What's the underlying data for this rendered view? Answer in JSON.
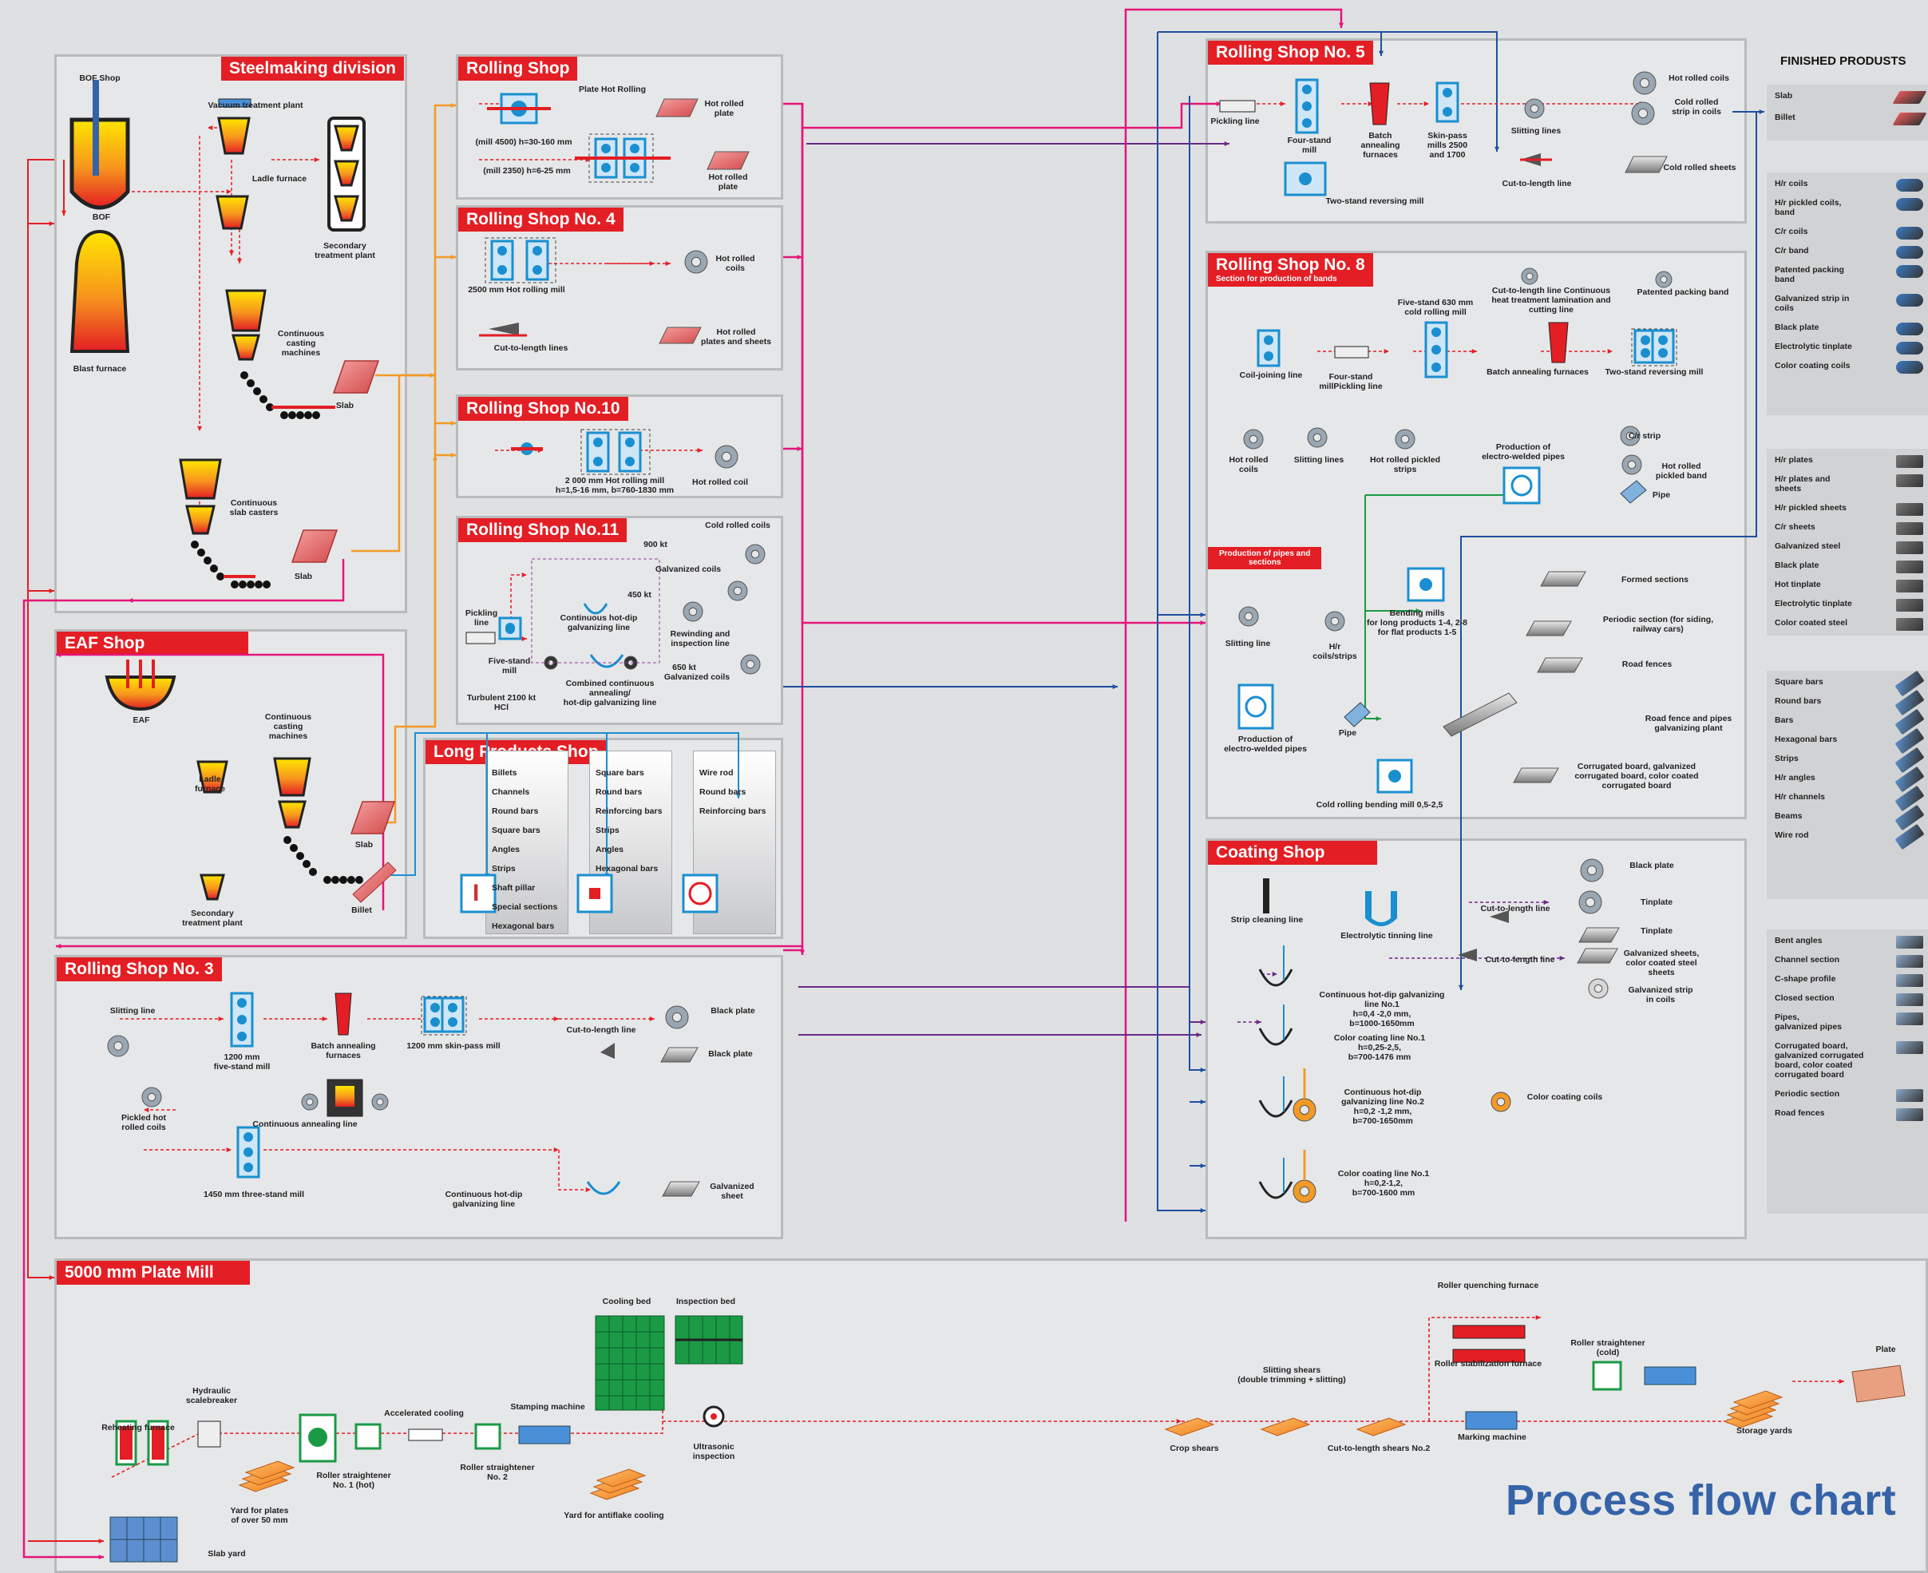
{
  "panels": {
    "steelmaking": {
      "title": "Steelmaking division",
      "labels": [
        "BOF Shop",
        "BOF",
        "Blast furnace",
        "Vacuum treatment plant",
        "Ladle furnace",
        "Secondary\ntreatment plant",
        "Continuous\ncasting\nmachines",
        "Slab",
        "Continuous\nslab casters",
        "Slab"
      ]
    },
    "rolling": {
      "title": "Rolling Shop",
      "labels": [
        "Plate Hot Rolling",
        "Hot rolled\nplate",
        "(mill 4500) h=30-160 mm",
        "(mill 2350) h=6-25 mm",
        "Hot rolled\nplate"
      ]
    },
    "rolling4": {
      "title": "Rolling Shop No. 4",
      "labels": [
        "2500 mm Hot rolling mill",
        "Hot rolled\ncoils",
        "Cut-to-length lines",
        "Hot rolled\nplates and sheets"
      ]
    },
    "rolling10": {
      "title": "Rolling Shop No.10",
      "labels": [
        "2 000 mm Hot rolling mill\nh=1,5-16 mm, b=760-1830 mm",
        "Hot rolled coil"
      ]
    },
    "rolling11": {
      "title": "Rolling Shop No.11",
      "labels": [
        "Cold rolled coils",
        "900 kt",
        "Galvanized coils",
        "450 kt",
        "Pickling\nline",
        "Continuous hot-dip\ngalvanizing line",
        "Rewinding and\ninspection line",
        "650 kt",
        "Five-stand\nmill",
        "Combined continuous\nannealing/\nhot-dip galvanizing line",
        "Galvanized coils",
        "Turbulent  2100 kt\nHCl"
      ]
    },
    "rolling5": {
      "title": "Rolling Shop No. 5",
      "labels": [
        "Pickling line",
        "Four-stand\nmill",
        "Batch\nannealing\nfurnaces",
        "Skin-pass\nmills 2500\nand 1700",
        "Hot rolled coils",
        "Cold rolled\nstrip in coils",
        "Slitting lines",
        "Cut-to-length line",
        "Cold rolled sheets",
        "Two-stand reversing mill"
      ]
    },
    "rolling8": {
      "title": "Rolling Shop No. 8",
      "subtitle": "Section for production of bands",
      "labels": [
        "Five-stand 630 mm\ncold rolling mill",
        "Cut-to-length line Continuous\nheat treatment lamination and\ncutting line",
        "Patented packing band",
        "Coil-joining line",
        "Four-stand\nmillPickling line",
        "Batch annealing furnaces",
        "Two-stand reversing mill",
        "Hot rolled\ncoils",
        "Slitting lines",
        "Hot rolled pickled\nstrips",
        "Production of\nelectro-welded pipes",
        "C/r strip",
        "Hot rolled\npickled band",
        "Pipe"
      ]
    },
    "pipes": {
      "title": "Production of pipes and\nsections",
      "labels": [
        "Formed sections",
        "Bending mills\nfor long products 1-4, 2-8\nfor flat products 1-5",
        "Periodic section (for siding,\nrailway cars)",
        "Slitting line",
        "H/r\ncoils/strips",
        "Road fences",
        "Production of\nelectro-welded pipes",
        "Pipe",
        "Road fence and pipes galvanizing plant",
        "Corrugated board, galvanized\ncorrugated board, color coated\ncorrugated board",
        "Cold rolling bending mill 0,5-2,5"
      ]
    },
    "eaf": {
      "title": "EAF Shop",
      "labels": [
        "EAF",
        "Continuous\ncasting\nmachines",
        "Ladle\nfurnace",
        "Slab",
        "Secondary\ntreatment plant",
        "Billet"
      ]
    },
    "long": {
      "title": "Long Products Shop",
      "col1": [
        "Billets",
        "Channels",
        "Round bars",
        "Square bars",
        "Angles",
        "Strips",
        "Shaft pillar",
        "Special sections",
        "Hexagonal bars"
      ],
      "col2": [
        "Square bars",
        "Round bars",
        "Reinforcing bars",
        "Strips",
        "Angles",
        "Hexagonal bars"
      ],
      "col3": [
        "Wire rod",
        "Round bars",
        "Reinforcing bars"
      ]
    },
    "rolling3": {
      "title": "Rolling Shop No. 3",
      "labels": [
        "Slitting line",
        "1200 mm\nfive-stand mill",
        "Batch annealing\nfurnaces",
        "1200 mm skin-pass mill",
        "Cut-to-length line",
        "Black plate",
        "Black plate",
        "Pickled hot\nrolled coils",
        "Continuous annealing line",
        "1450 mm three-stand mill",
        "Continuous hot-dip\ngalvanizing line",
        "Galvanized\nsheet"
      ]
    },
    "coating": {
      "title": "Coating Shop",
      "labels": [
        "Strip cleaning line",
        "Electrolytic tinning line",
        "Black plate",
        "Cut-to-length line",
        "Tinplate",
        "Tinplate",
        "Cut-to-length line",
        "Galvanized sheets,\ncolor coated steel\nsheets",
        "Continuous hot-dip galvanizing line No.1\nh=0,4 -2,0 mm,\nb=1000-1650mm",
        "Galvanized strip\nin coils",
        "Color coating line No.1\nh=0,25-2,5,\nb=700-1476 mm",
        "Continuous hot-dip\ngalvanizing line No.2\nh=0,2 -1,2 mm,\nb=700-1650mm",
        "Color coating  coils",
        "Color coating line No.1\nh=0,2-1,2,\nb=700-1600 mm"
      ]
    },
    "plate": {
      "title": "5000 mm Plate Mill",
      "labels": [
        "Cooling bed",
        "Inspection bed",
        "Roller quenching furnace",
        "Hydraulic\nscalebreaker",
        "Accelerated cooling",
        "Stamping machine",
        "Slitting shears\n(double trimming + slitting)",
        "Roller straightener\n(cold)",
        "Plate",
        "Reheating furnace",
        "Roller stabilization furnace",
        "Roller straightener\nNo. 1 (hot)",
        "Roller straightener\nNo. 2",
        "Ultrasonic\ninspection",
        "Crop shears",
        "Cut-to-length shears No.2",
        "Marking machine",
        "Storage yards",
        "Yard for plates\nof over 50 mm",
        "Yard for antiflake cooling",
        "Slab yard"
      ]
    }
  },
  "finished_products": {
    "heading": "FINISHED PRODUSTS",
    "groups": [
      [
        "Slab",
        "Billet"
      ],
      [
        "H/r coils",
        "H/r pickled coils,\nband",
        "C/r coils",
        "C/r band",
        "Patented packing\nband",
        "Galvanized strip in\ncoils",
        "Black plate",
        "Electrolytic tinplate",
        "Color coating  coils"
      ],
      [
        "H/r plates",
        "H/r plates and\nsheets",
        "H/r pickled sheets",
        "C/r sheets",
        "Galvanized steel",
        "Black plate",
        "Hot tinplate",
        "Electrolytic tinplate",
        "Color coated steel"
      ],
      [
        "Square bars",
        "Round bars",
        "Bars",
        "Hexagonal bars",
        "Strips",
        "H/r angles",
        "H/r channels",
        "Beams",
        "Wire rod"
      ],
      [
        "Bent angles",
        "Channel section",
        "C-shape  profile",
        "Closed section",
        "Pipes,\ngalvanized pipes",
        "Corrugated board,\ngalvanized corrugated\nboard, color coated\ncorrugated board",
        "Periodic section",
        "Road fences"
      ]
    ]
  },
  "footer": {
    "title": "Process flow chart"
  },
  "colors": {
    "red": "#e31e24",
    "blue": "#1a8fd0",
    "orange": "#f39a26",
    "magenta": "#e5157a",
    "purple": "#6a2a86",
    "navy": "#1f4f9e",
    "green": "#1b9a45",
    "title_blue": "#3563a8"
  }
}
